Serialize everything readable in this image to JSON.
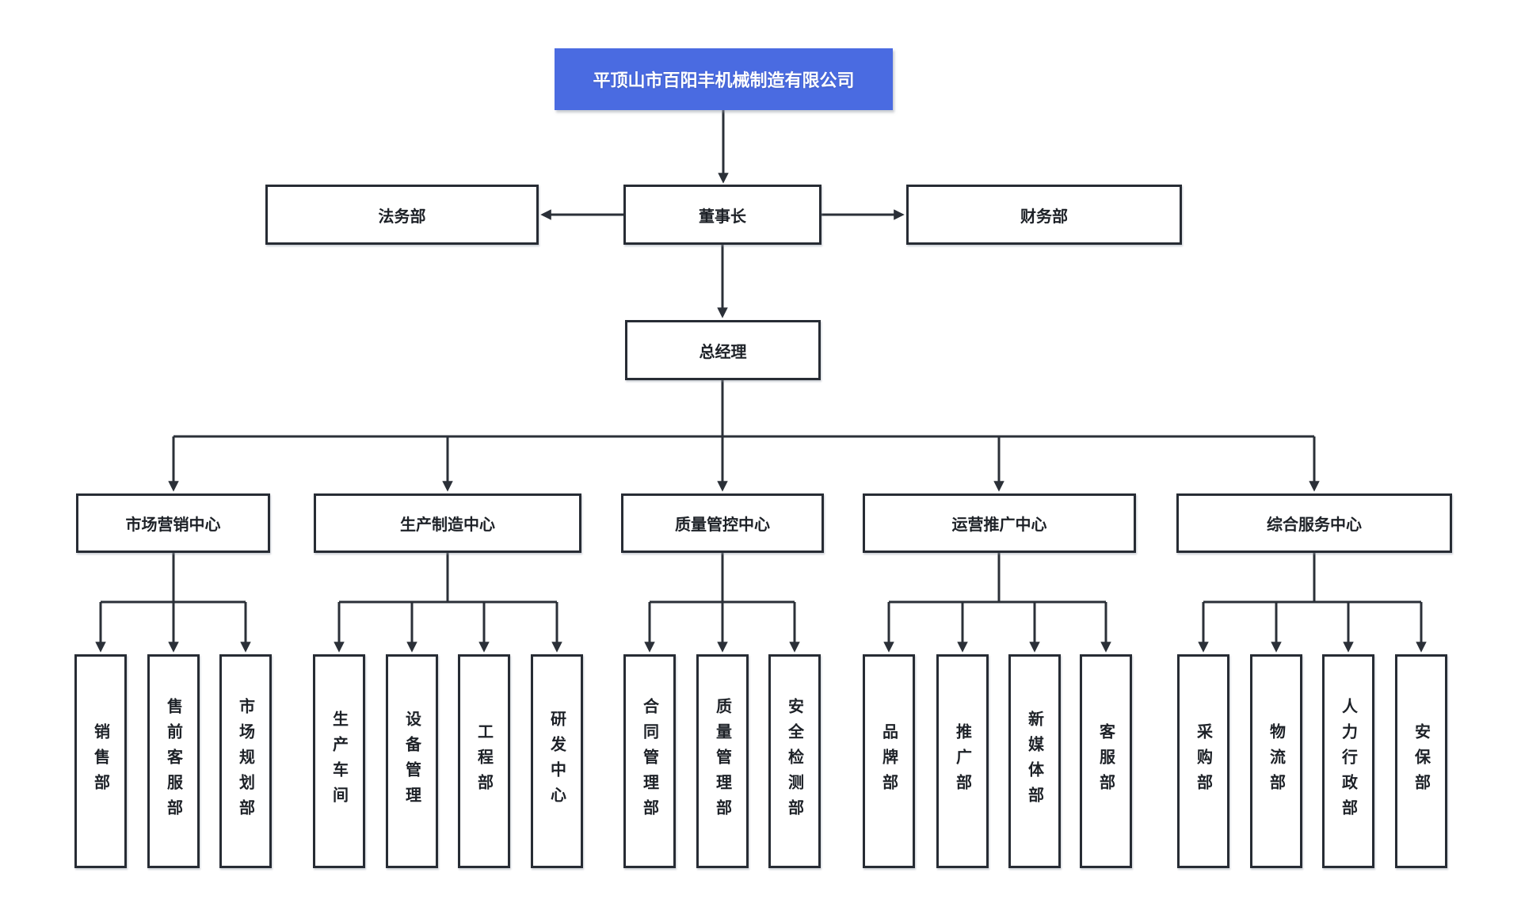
{
  "org": {
    "root": {
      "label": "平顶山市百阳丰机械制造有限公司"
    },
    "chairman": {
      "label": "董事长"
    },
    "legal": {
      "label": "法务部"
    },
    "finance": {
      "label": "财务部"
    },
    "gm": {
      "label": "总经理"
    },
    "centers": [
      {
        "label": "市场营销中心",
        "children": [
          {
            "label": "销售部"
          },
          {
            "label": "售前客服部"
          },
          {
            "label": "市场规划部"
          }
        ]
      },
      {
        "label": "生产制造中心",
        "children": [
          {
            "label": "生产车间"
          },
          {
            "label": "设备管理"
          },
          {
            "label": "工程部"
          },
          {
            "label": "研发中心"
          }
        ]
      },
      {
        "label": "质量管控中心",
        "children": [
          {
            "label": "合同管理部"
          },
          {
            "label": "质量管理部"
          },
          {
            "label": "安全检测部"
          }
        ]
      },
      {
        "label": "运营推广中心",
        "children": [
          {
            "label": "品牌部"
          },
          {
            "label": "推广部"
          },
          {
            "label": "新媒体部"
          },
          {
            "label": "客服部"
          }
        ]
      },
      {
        "label": "综合服务中心",
        "children": [
          {
            "label": "采购部"
          },
          {
            "label": "物流部"
          },
          {
            "label": "人力行政部"
          },
          {
            "label": "安保部"
          }
        ]
      }
    ],
    "colors": {
      "root_background": "#4a6be1",
      "root_text": "#ffffff",
      "box_background": "#ffffff",
      "box_border": "#272c34",
      "connector_line": "#2b3038",
      "text": "#1d2127"
    }
  }
}
